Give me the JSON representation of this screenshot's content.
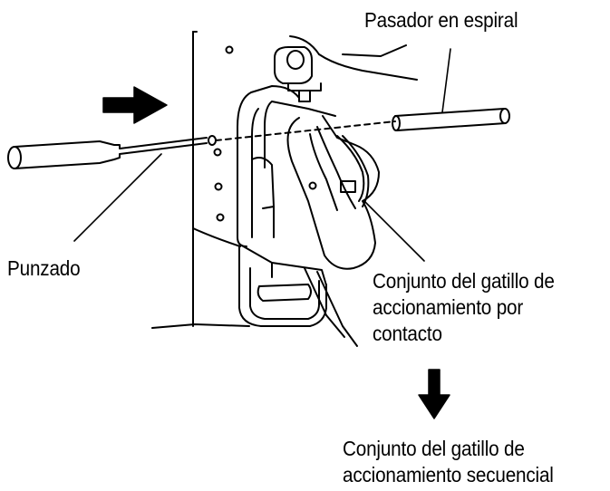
{
  "labels": {
    "coil_pin": "Pasador en espiral",
    "punch": "Punzado",
    "contact_trigger": [
      "Conjunto del gatillo de",
      "accionamiento por",
      "contacto"
    ],
    "sequential_trigger": [
      "Conjunto del gatillo de",
      "accionamiento secuencial"
    ]
  },
  "colors": {
    "line": "#000000",
    "background": "#ffffff"
  }
}
